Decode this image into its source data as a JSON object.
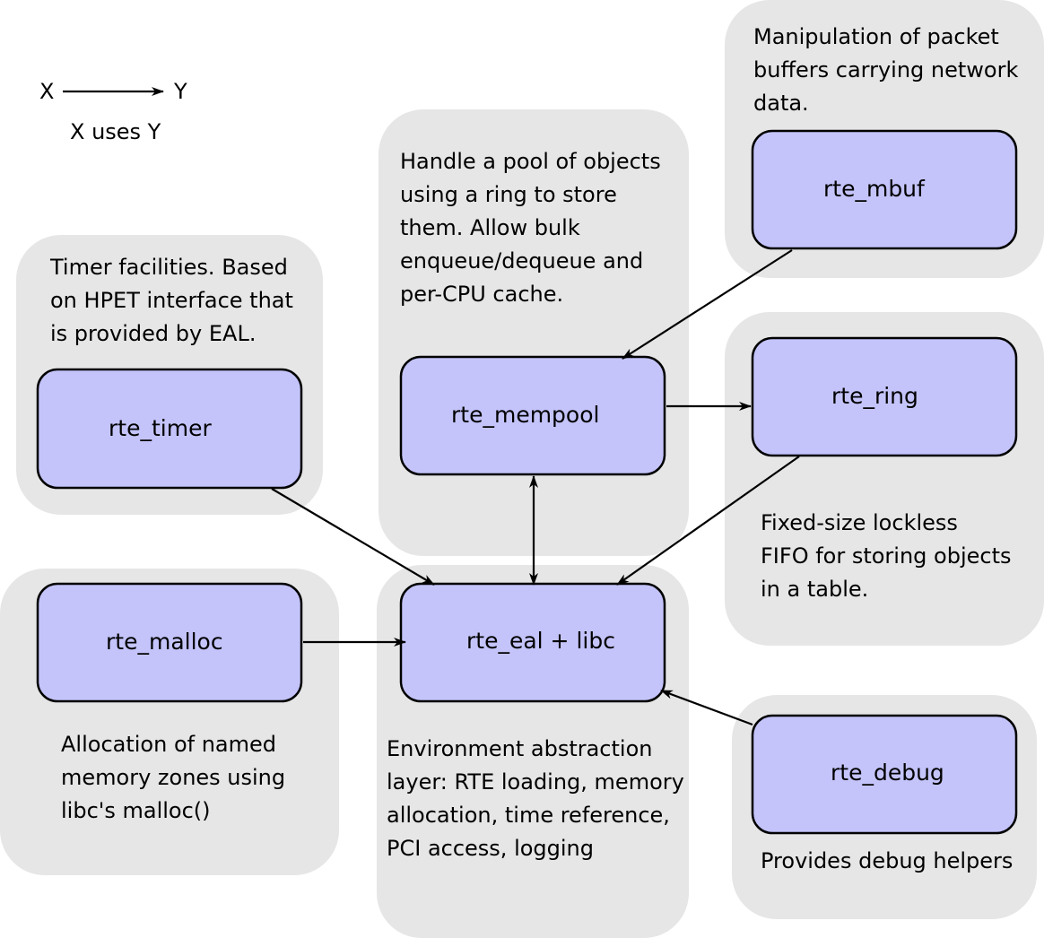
{
  "legend": {
    "from": "X",
    "to": "Y",
    "caption": "X uses Y"
  },
  "modules": {
    "timer": {
      "label": "rte_timer",
      "description": [
        "Timer facilities. Based",
        "on HPET interface that",
        "is provided by EAL."
      ]
    },
    "mempool": {
      "label": "rte_mempool",
      "description": [
        "Handle a pool of objects",
        "using a ring to store",
        "them. Allow bulk",
        "enqueue/dequeue and",
        "per-CPU cache."
      ]
    },
    "mbuf": {
      "label": "rte_mbuf",
      "description": [
        "Manipulation of packet",
        "buffers carrying network",
        "data."
      ]
    },
    "ring": {
      "label": "rte_ring",
      "description": [
        "Fixed-size lockless",
        "FIFO for storing objects",
        "in a table."
      ]
    },
    "malloc": {
      "label": "rte_malloc",
      "description": [
        "Allocation of named",
        "memory zones using",
        "libc's malloc()"
      ]
    },
    "eal": {
      "label": "rte_eal + libc",
      "description": [
        "Environment abstraction",
        "layer: RTE loading, memory",
        "allocation, time reference,",
        "PCI access, logging"
      ]
    },
    "debug": {
      "label": "rte_debug",
      "description": [
        "Provides debug helpers"
      ]
    }
  },
  "edges": [
    {
      "from": "mbuf",
      "to": "mempool"
    },
    {
      "from": "mempool",
      "to": "ring"
    },
    {
      "from": "mempool",
      "to": "eal",
      "bidirectional": true
    },
    {
      "from": "timer",
      "to": "eal"
    },
    {
      "from": "ring",
      "to": "eal"
    },
    {
      "from": "malloc",
      "to": "eal"
    },
    {
      "from": "debug",
      "to": "eal"
    }
  ]
}
